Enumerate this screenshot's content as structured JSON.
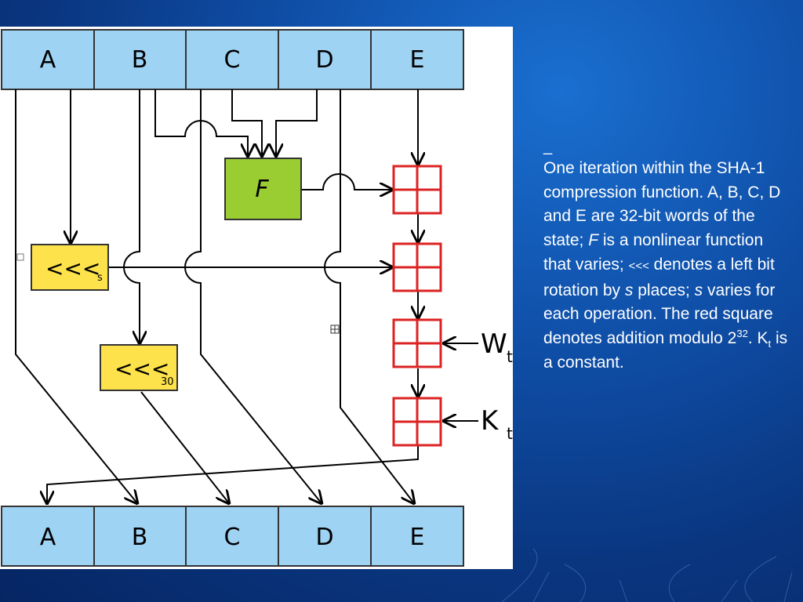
{
  "registers_top": [
    "A",
    "B",
    "C",
    "D",
    "E"
  ],
  "registers_bottom": [
    "A",
    "B",
    "C",
    "D",
    "E"
  ],
  "function_label": "F",
  "rotation_s": {
    "symbol": "<<<",
    "subscript": "s"
  },
  "rotation_30": {
    "symbol": "<<<",
    "subscript": "30"
  },
  "input_w": {
    "letter": "W",
    "subscript": "t"
  },
  "input_k": {
    "letter": "K",
    "subscript": "t"
  },
  "stray_mark": "«",
  "caption": {
    "dash": "_",
    "p1": "One iteration within the SHA-1 compression function. A, B, C, D and E are 32-bit words of the state; ",
    "f": "F",
    "p2": " is a nonlinear function that varies; ",
    "sym": "<<<",
    "p3": " denotes a left bit rotation by ",
    "s1": "s",
    "p4": " places; ",
    "s2": "s",
    "p5": " varies for each operation.   The red square denotes addition modulo 2",
    "exp": "32",
    "p6": ". K",
    "sub": "t",
    "p7": " is a constant."
  },
  "colors": {
    "register_fill": "#9fd3f4",
    "function_fill": "#9acd32",
    "rotation_fill": "#fde24b",
    "adder_stroke": "#dd2222",
    "background": "#0f4fa8"
  }
}
